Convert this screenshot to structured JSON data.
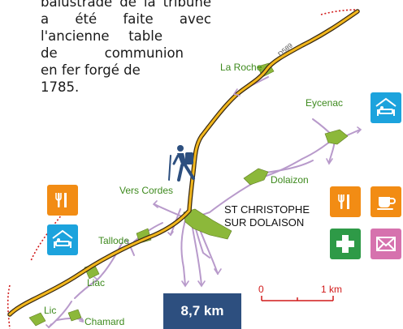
{
  "intro_text": [
    "balustrade de la tribune",
    "a été faite avec",
    "l'ancienne table",
    "de communion",
    "en fer forgé de",
    "1785."
  ],
  "places": {
    "la_roche": "La Roche",
    "eycenac": "Eycenac",
    "dolaizon": "Dolaizon",
    "vers_cordes": "Vers Cordes",
    "tallode": "Tallode",
    "liac": "Liac",
    "lic": "Lic",
    "chamard": "Chamard"
  },
  "town": {
    "line1": "ST CHRISTOPHE",
    "line2": "SUR DOLAISON"
  },
  "road_label": "D589",
  "distance": "8,7 km",
  "scale": {
    "start": "0",
    "end": "1 km"
  },
  "icons": [
    "restaurant-icon",
    "hotel-icon",
    "coffee-icon",
    "pharmacy-icon",
    "post-office-icon",
    "hiker-icon"
  ],
  "colors": {
    "route_yellow": "#f2b71d",
    "route_outline": "#3a2a12",
    "path_purple": "#b89acb",
    "village_green": "#8cb83a",
    "tile_orange": "#f28c14",
    "tile_blue": "#1ca3dd",
    "tile_green": "#2e9a47",
    "tile_pink": "#d672ae",
    "distance_box": "#2d4f7f",
    "scale_red": "#d11a1a"
  }
}
